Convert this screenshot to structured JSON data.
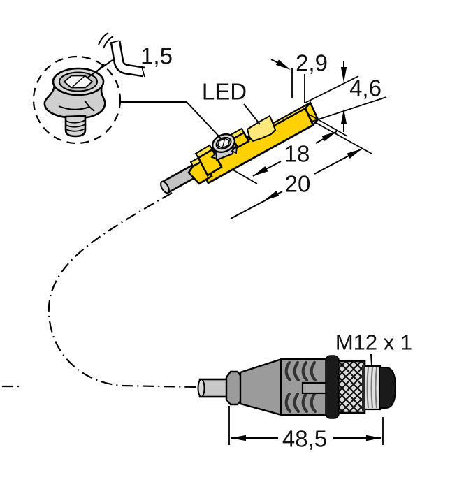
{
  "page": {
    "background": "#ffffff",
    "kind": "technical-dimension-drawing",
    "views": [
      "clamping-screw-detail",
      "sensor-body",
      "cable-coil",
      "m12-connector"
    ]
  },
  "labels": {
    "led": "LED",
    "connector_thread": "M12 x 1"
  },
  "dimensions": {
    "hex_key_size": "1,5",
    "body_width": "2,9",
    "body_height": "4,6",
    "screw_to_end": "18",
    "body_length": "20",
    "connector_length": "48,5"
  },
  "colors": {
    "sensor_body_yellow": "#FFD200",
    "sensor_body_top_yellow": "#FFDF45",
    "led_window_yellow": "#FFE87A",
    "chamfer_yellow": "#FFE04D",
    "outline_black": "#000000",
    "connector_gray": "#9B9B9B",
    "strain_relief_gray": "#9B9B9B",
    "cable_gray": "#C3C3C3",
    "cable_tip_gray": "#D6D6D6",
    "knurl_gray": "#DCDCDC",
    "thread_gray": "#E2E2E2",
    "screw_gray": "#D9D9D9",
    "slot_gray": "#ADADAD",
    "cap_black": "#1A1A1A",
    "dimension_text": "#111111"
  }
}
